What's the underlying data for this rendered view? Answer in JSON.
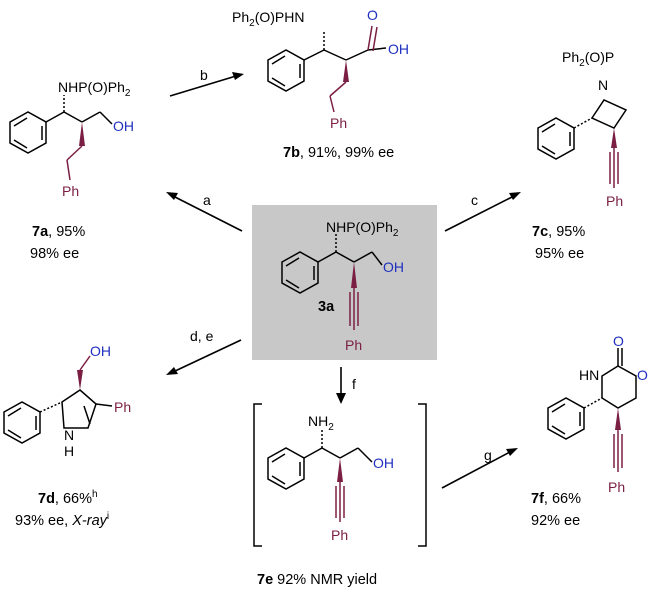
{
  "colors": {
    "text": "#000000",
    "accent_maroon": "#7a1f43",
    "accent_blue": "#1f2fbf",
    "highlight_gray": "#c8c8c8"
  },
  "center": {
    "id": "3a",
    "amine": "NHP(O)Ph",
    "amine_sub": "2",
    "alcohol": "OH",
    "phenyl": "Ph"
  },
  "compounds": {
    "c7a": {
      "id": "7a",
      "yield": ", 95%",
      "ee": "98% ee",
      "amine": "NHP(O)Ph",
      "amine_sub": "2",
      "alcohol": "OH",
      "phenyl": "Ph"
    },
    "c7b": {
      "id": "7b",
      "yield": ", 91%, 99% ee",
      "amine": "Ph",
      "amine_sub": "2",
      "amine_tail": "(O)PHN",
      "acid_o": "O",
      "acid_oh": "OH",
      "phenyl": "Ph"
    },
    "c7c": {
      "id": "7c",
      "yield": ", 95%",
      "ee": "95% ee",
      "phos": "Ph",
      "phos_sub": "2",
      "phos_tail": "(O)P",
      "n_atom": "N",
      "phenyl": "Ph"
    },
    "c7d": {
      "id": "7d",
      "yield": ", 66%",
      "yield_sup": "h",
      "ee": "93% ee, ",
      "xray": "X-ray",
      "xray_sup": "i",
      "alcohol": "OH",
      "nh_n": "N",
      "nh_h": "H",
      "phenyl": "Ph"
    },
    "c7e": {
      "id": "7e",
      "yield": " 92% NMR yield",
      "amine": "NH",
      "amine_sub": "2",
      "alcohol": "OH",
      "phenyl": "Ph"
    },
    "c7f": {
      "id": "7f",
      "yield": ", 66%",
      "ee": "92% ee",
      "carbonyl_o": "O",
      "hn": "HN",
      "ring_o": "O",
      "phenyl": "Ph"
    }
  },
  "arrows": {
    "a": "a",
    "b": "b",
    "c": "c",
    "de": "d, e",
    "f": "f",
    "g": "g"
  }
}
